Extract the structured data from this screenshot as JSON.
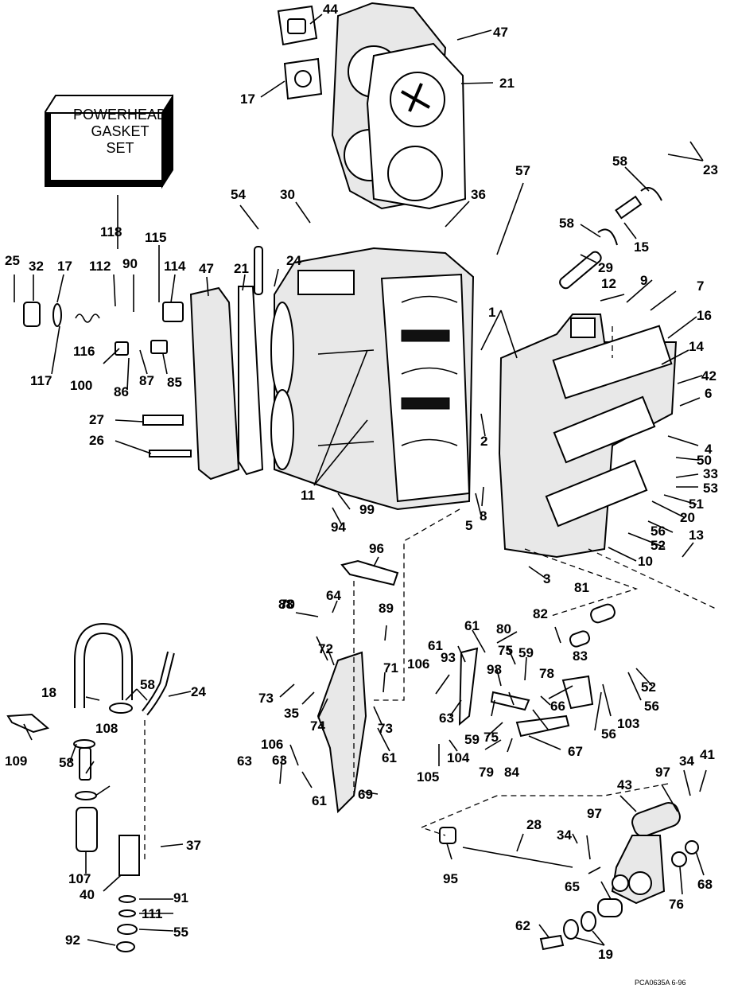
{
  "kit_box": {
    "lines": [
      "POWERHEAD",
      "GASKET",
      "SET"
    ]
  },
  "footer_code": "PCA0635A   6-96",
  "callouts": [
    "1",
    "2",
    "3",
    "4",
    "5",
    "6",
    "7",
    "8",
    "9",
    "10",
    "11",
    "12",
    "13",
    "14",
    "15",
    "16",
    "17",
    "17",
    "18",
    "19",
    "20",
    "21",
    "21",
    "23",
    "24",
    "24",
    "25",
    "26",
    "27",
    "28",
    "29",
    "30",
    "32",
    "33",
    "34",
    "34",
    "35",
    "36",
    "37",
    "40",
    "41",
    "42",
    "43",
    "44",
    "47",
    "47",
    "50",
    "51",
    "52",
    "52",
    "53",
    "54",
    "55",
    "56",
    "56",
    "56",
    "57",
    "58",
    "58",
    "58",
    "58",
    "59",
    "59",
    "61",
    "61",
    "61",
    "61",
    "62",
    "63",
    "63",
    "63",
    "64",
    "65",
    "66",
    "67",
    "68",
    "69",
    "70",
    "71",
    "72",
    "73",
    "73",
    "74",
    "75",
    "75",
    "76",
    "78",
    "79",
    "80",
    "81",
    "82",
    "83",
    "84",
    "85",
    "86",
    "87",
    "88",
    "89",
    "90",
    "91",
    "92",
    "93",
    "94",
    "95",
    "96",
    "97",
    "97",
    "98",
    "99",
    "100",
    "103",
    "104",
    "105",
    "106",
    "106",
    "107",
    "108",
    "109",
    "111",
    "112",
    "114",
    "115",
    "116",
    "117",
    "118"
  ]
}
